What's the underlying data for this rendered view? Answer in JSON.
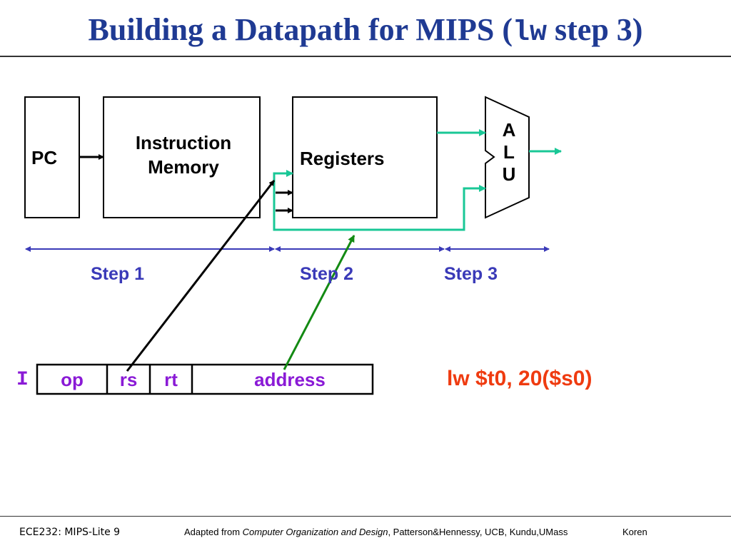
{
  "title": {
    "prefix": "Building a Datapath for MIPS (",
    "code": "lw",
    "suffix": " step 3)"
  },
  "blocks": {
    "pc": "PC",
    "instruction_memory_line1": "Instruction",
    "instruction_memory_line2": "Memory",
    "registers": "Registers",
    "alu": [
      "A",
      "L",
      "U"
    ]
  },
  "steps": [
    "Step 1",
    "Step 2",
    "Step 3"
  ],
  "instruction_format": {
    "type": "I",
    "fields": [
      "op",
      "rs",
      "rt",
      "address"
    ]
  },
  "assembly": "lw $t0, 20($s0)",
  "footer": {
    "left": "ECE232: MIPS-Lite 9",
    "adapted_prefix": "Adapted from ",
    "book": "Computer Organization and Design",
    "adapted_suffix": ", Patterson&Hennessy, UCB, Kundu,UMass",
    "author": "Koren"
  },
  "colors": {
    "title": "#1f3a93",
    "step_labels": "#3a3ab8",
    "dimension_arrows": "#3a3ab8",
    "fields": "#8a1ad6",
    "assembly": "#ef3b10",
    "active_path": "#19c796",
    "rs_arrow": "#000000",
    "address_arrow": "#138a13"
  }
}
